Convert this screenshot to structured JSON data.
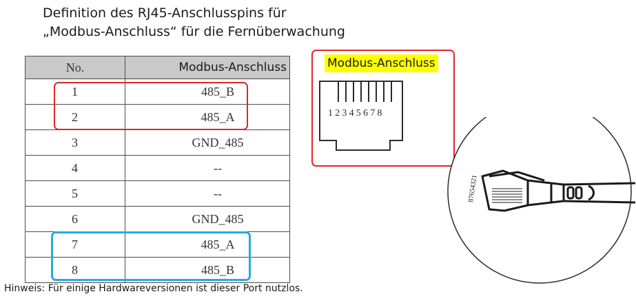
{
  "title": {
    "line1": "Definition des RJ45-Anschlusspins für",
    "line2": "„Modbus-Anschluss“ für die Fernüberwachung"
  },
  "table": {
    "headers": [
      "No.",
      "Modbus-Anschluss"
    ],
    "rows": [
      {
        "no": "1",
        "value": "485_B"
      },
      {
        "no": "2",
        "value": "485_A"
      },
      {
        "no": "3",
        "value": "GND_485"
      },
      {
        "no": "4",
        "value": "--"
      },
      {
        "no": "5",
        "value": "--"
      },
      {
        "no": "6",
        "value": "GND_485"
      },
      {
        "no": "7",
        "value": "485_A"
      },
      {
        "no": "8",
        "value": "485_B"
      }
    ]
  },
  "port": {
    "label": "Modbus-Anschluss",
    "pin_numbers": "12345678"
  },
  "plug": {
    "pin_numbers": "87654321"
  },
  "note": "Hinweis: Für einige Hardwareversionen ist dieser Port nutzlos.",
  "colors": {
    "highlight_red": "#e0252b",
    "highlight_blue": "#2aa8e0",
    "label_bg": "#ffff00",
    "header_bg": "#c9c9c9"
  }
}
